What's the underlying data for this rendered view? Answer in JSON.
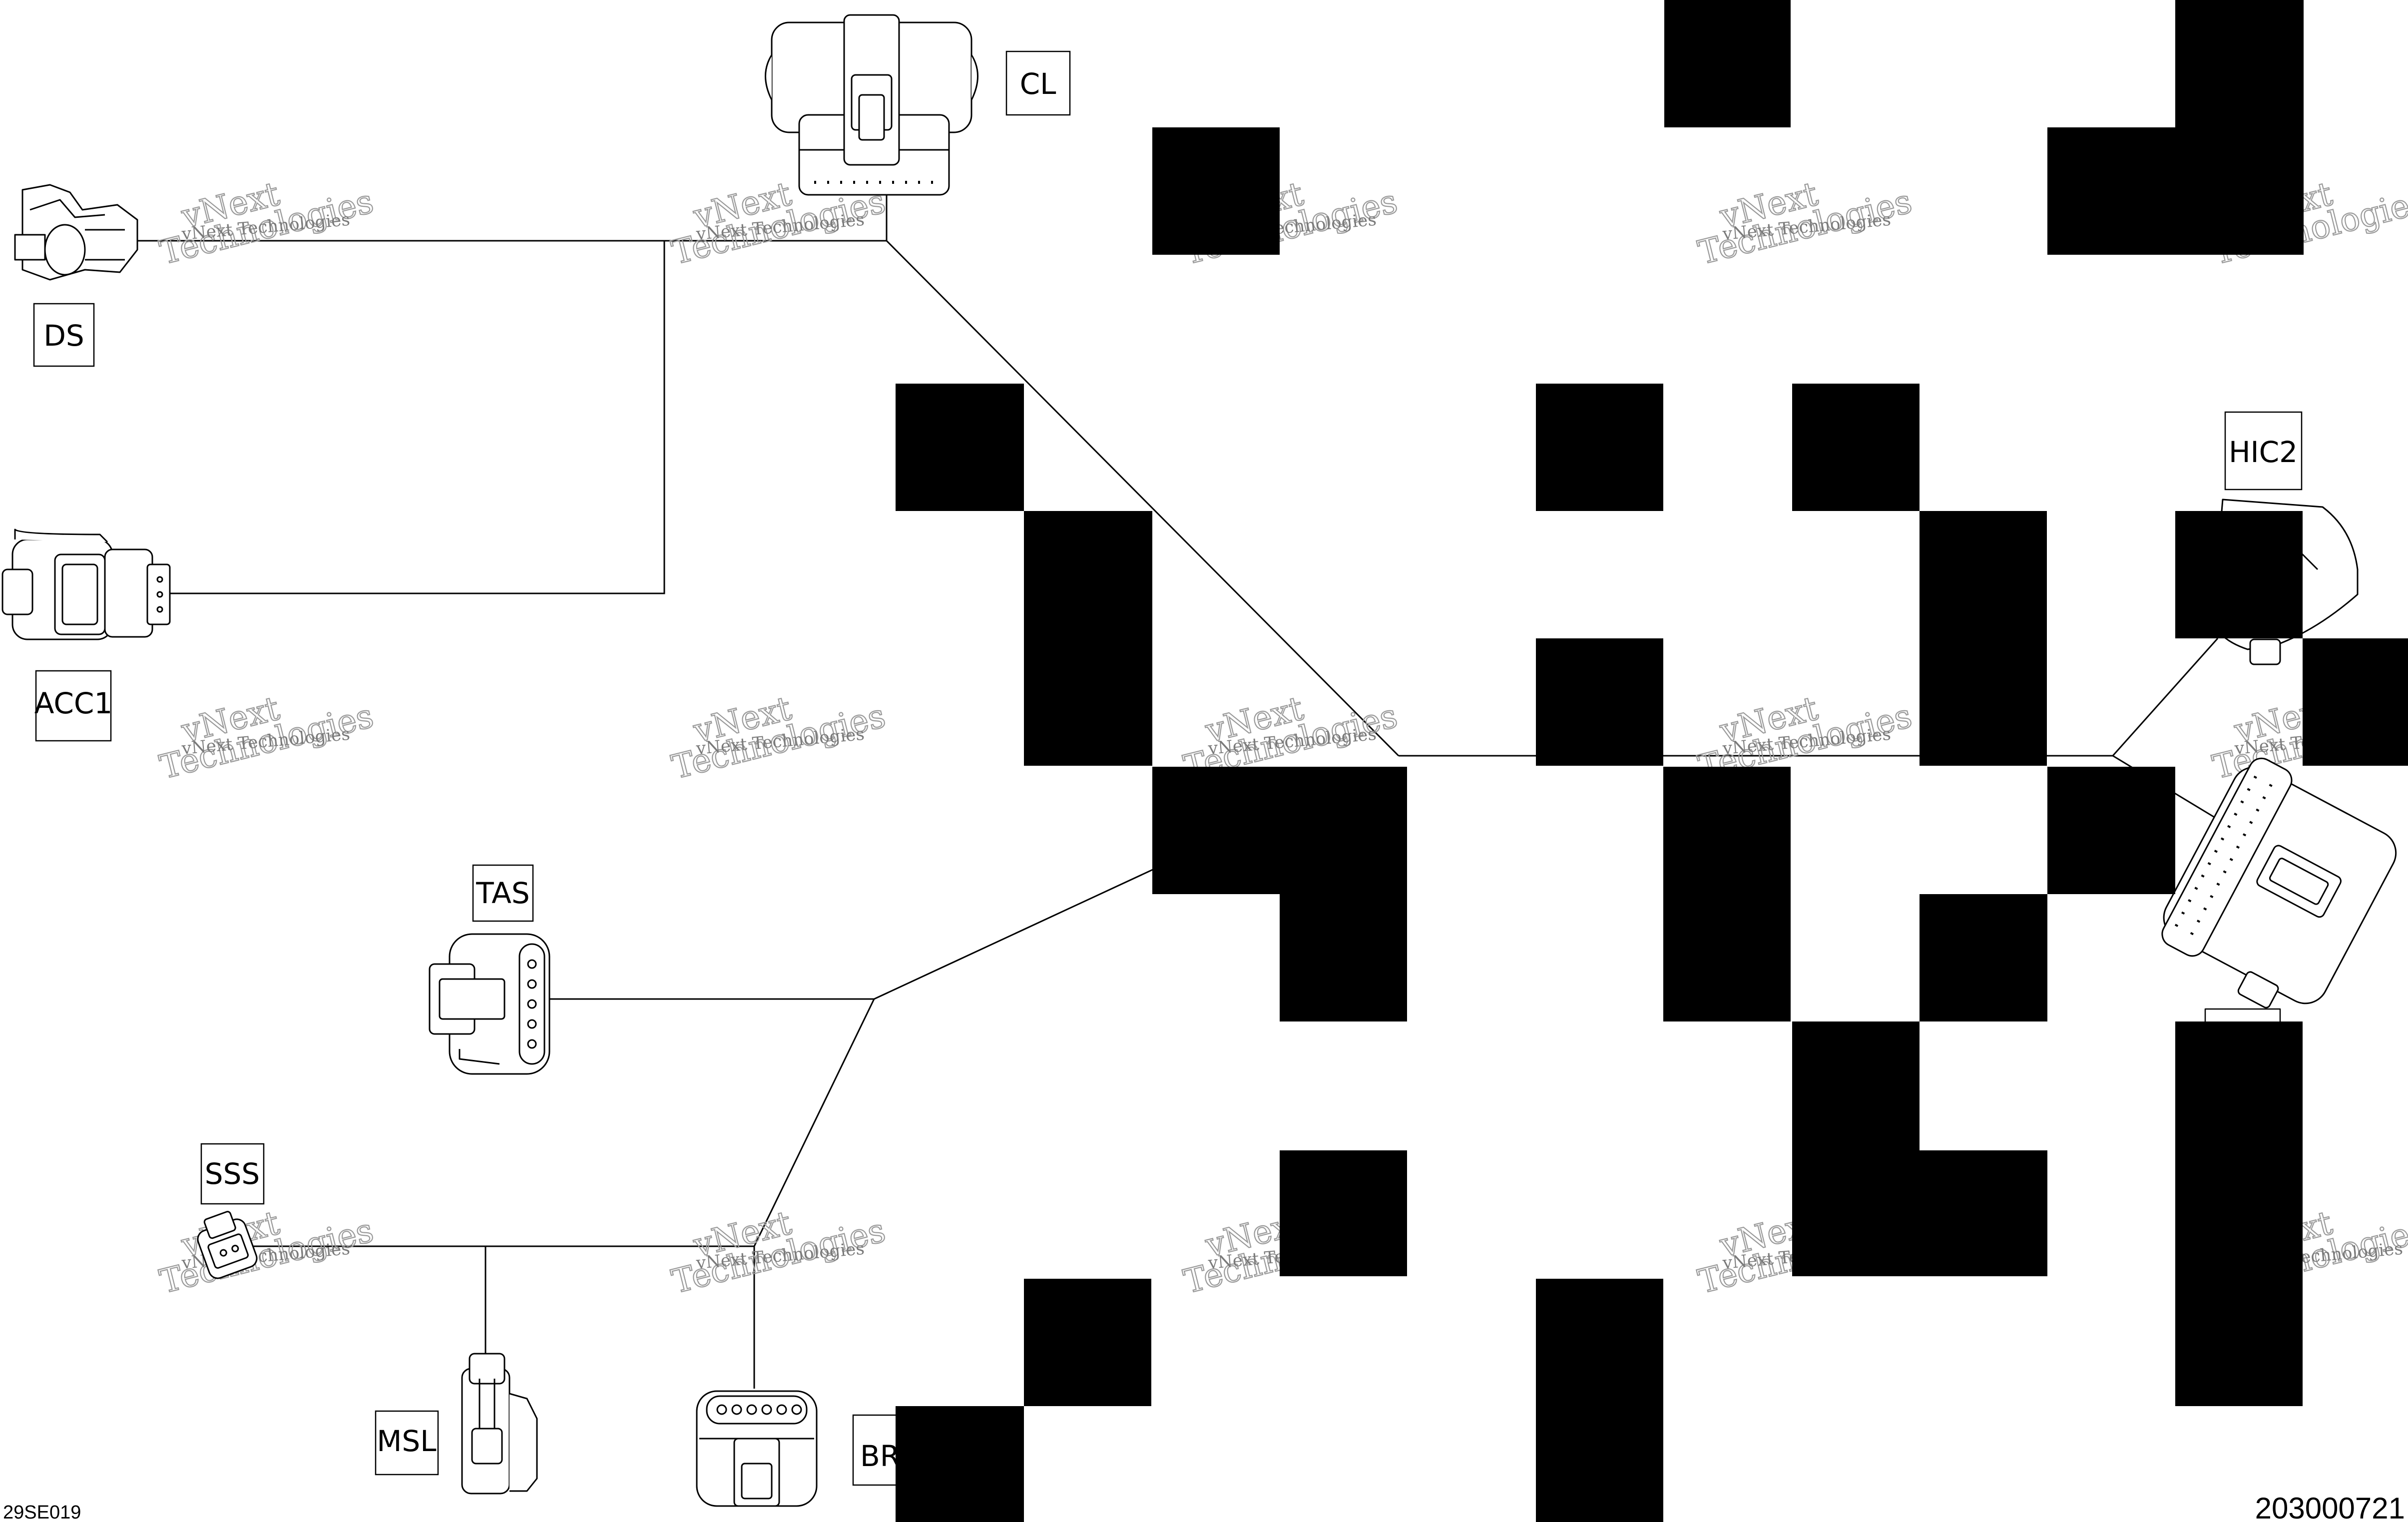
{
  "connectors": {
    "cl": "CL",
    "ds": "DS",
    "acc1": "ACC1",
    "tas": "TAS",
    "sss": "SSS",
    "msl": "MSL",
    "brk": "BR",
    "hic2": "HIC2"
  },
  "watermark": {
    "line1": "vNext",
    "line2": "Technologies",
    "small": "vNext Technologies"
  },
  "footer": {
    "left_code": "29SE019",
    "right_code": "203000721"
  }
}
